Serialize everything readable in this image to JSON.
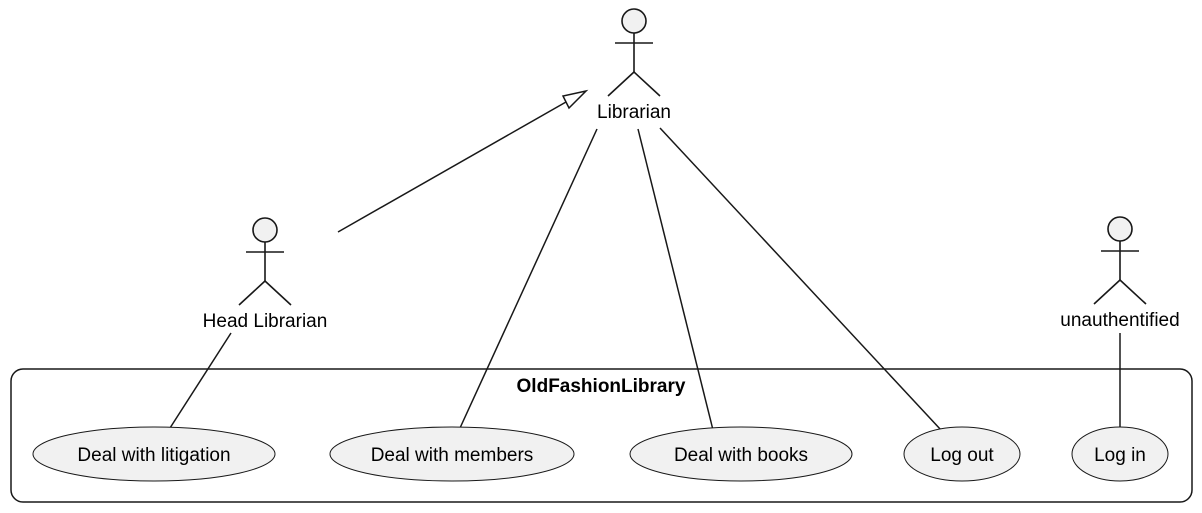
{
  "diagram": {
    "type": "uml-use-case-diagram",
    "system": {
      "title": "OldFashionLibrary"
    },
    "actors": [
      {
        "id": "librarian",
        "label": "Librarian"
      },
      {
        "id": "head-librarian",
        "label": "Head Librarian"
      },
      {
        "id": "unauthentified",
        "label": "unauthentified"
      }
    ],
    "use_cases": [
      {
        "id": "deal-with-litigation",
        "label": "Deal with litigation"
      },
      {
        "id": "deal-with-members",
        "label": "Deal with members"
      },
      {
        "id": "deal-with-books",
        "label": "Deal with books"
      },
      {
        "id": "log-out",
        "label": "Log out"
      },
      {
        "id": "log-in",
        "label": "Log in"
      }
    ],
    "relations": [
      {
        "from": "Head Librarian",
        "to": "Librarian",
        "type": "generalization"
      },
      {
        "from": "Head Librarian",
        "to": "Deal with litigation",
        "type": "association"
      },
      {
        "from": "Librarian",
        "to": "Deal with members",
        "type": "association"
      },
      {
        "from": "Librarian",
        "to": "Deal with books",
        "type": "association"
      },
      {
        "from": "Librarian",
        "to": "Log out",
        "type": "association"
      },
      {
        "from": "unauthentified",
        "to": "Log in",
        "type": "association"
      }
    ],
    "colors": {
      "background": "#ffffff",
      "shape_fill": "#f1f1f1",
      "stroke": "#181818",
      "text": "#000000"
    }
  }
}
